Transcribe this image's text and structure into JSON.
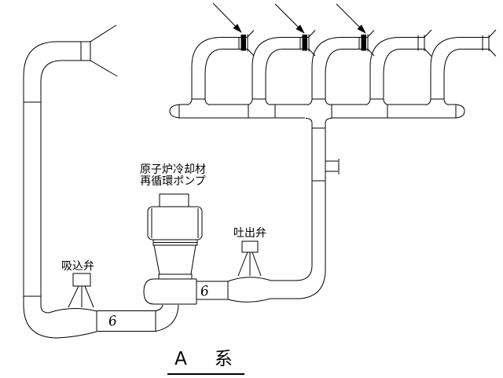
{
  "diagram": {
    "system_title": "A　系",
    "pump_label_line1": "原子炉冷却材",
    "pump_label_line2": "再循環ポンプ",
    "suction_valve_label": "吸込弁",
    "discharge_valve_label": "吐出弁",
    "suction_pipe_size_label": "6",
    "discharge_pipe_size_label": "6",
    "line_color": "#000000",
    "background_color": "#ffffff"
  }
}
